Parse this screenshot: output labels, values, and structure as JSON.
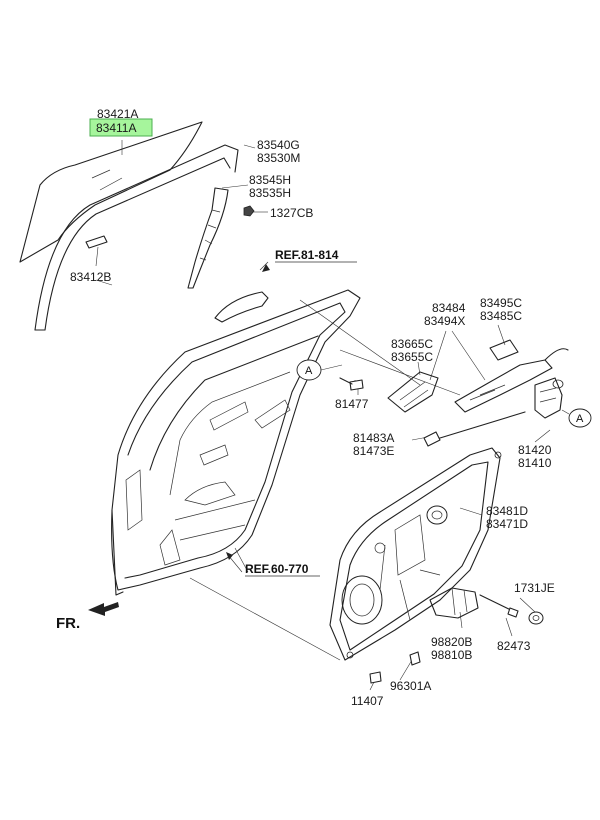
{
  "diagram": {
    "highlight_color": "#a6f59c",
    "highlight_border": "#4caf50",
    "labels": {
      "p83421A": "83421A",
      "p83411A": "83411A",
      "p83540G": "83540G",
      "p83530M": "83530M",
      "p83545H": "83545H",
      "p83535H": "83535H",
      "p1327CB": "1327CB",
      "p83412B": "83412B",
      "ref81": "REF.81-814",
      "p83484": "83484",
      "p83494X": "83494X",
      "p83495C": "83495C",
      "p83485C": "83485C",
      "p83665C": "83665C",
      "p83655C": "83655C",
      "p81477": "81477",
      "p81483A": "81483A",
      "p81473E": "81473E",
      "p81420": "81420",
      "p81410": "81410",
      "p83481D": "83481D",
      "p83471D": "83471D",
      "ref60": "REF.60-770",
      "p1731JE": "1731JE",
      "p98820B": "98820B",
      "p98810B": "98810B",
      "p82473": "82473",
      "p96301A": "96301A",
      "p11407": "11407",
      "fr": "FR.",
      "calloutA": "A"
    }
  }
}
